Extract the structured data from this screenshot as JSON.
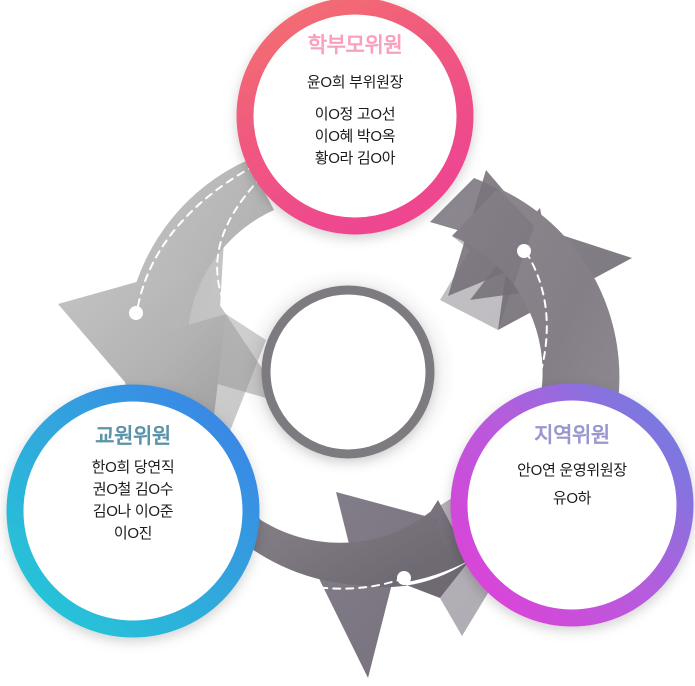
{
  "diagram": {
    "type": "cycle",
    "center": {
      "label": ""
    },
    "nodes": [
      {
        "id": "parent",
        "title": "학부모위원",
        "title_color": "#f9a0bc",
        "ring_from": "#f4736e",
        "ring_to": "#ee4690",
        "lead": "윤O희 부위원장",
        "members": [
          "이O정 고O선",
          "이O혜 박O옥",
          "황O라 김O아"
        ]
      },
      {
        "id": "teacher",
        "title": "교원위원",
        "title_color": "#5b93a8",
        "ring_from": "#3d7fe8",
        "ring_to": "#25cad6",
        "lead": "한O희 당연직",
        "members": [
          "권O철 김O수",
          "김O나 이O준",
          "이O진"
        ]
      },
      {
        "id": "region",
        "title": "지역위원",
        "title_color": "#9a97cf",
        "ring_from": "#6c7fe0",
        "ring_to": "#e040d8",
        "lead": "안O연 운영위원장",
        "members": [
          "유O하"
        ]
      }
    ],
    "arrows": [
      {
        "id": "arrow-top-left",
        "from": "parent",
        "to": "teacher",
        "color": "#b0b0b0"
      },
      {
        "id": "arrow-bottom",
        "from": "teacher",
        "to": "region",
        "color": "#7e7880"
      },
      {
        "id": "arrow-right",
        "from": "region",
        "to": "parent",
        "color": "#8a848c"
      }
    ],
    "colors": {
      "center_ring": "#7d7a80",
      "background": "#ffffff",
      "dash": "#ffffff",
      "body_text": "#1b1b1b"
    }
  }
}
